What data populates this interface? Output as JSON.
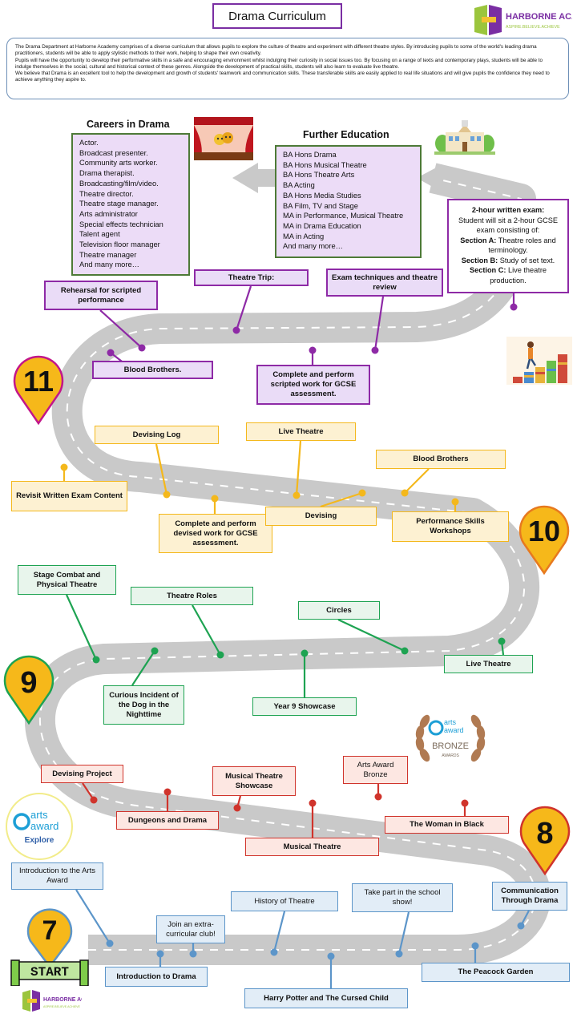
{
  "title": "Drama Curriculum",
  "logo": {
    "name": "HARBORNE ACADEMY",
    "tagline": "ASPIRE.BELIEVE.ACHIEVE"
  },
  "intro": [
    "The Drama Department at Harborne Academy comprises of a diverse curriculum that allows pupils to explore the culture of theatre and experiment with different theatre styles. By introducing pupils to some of the world's leading drama practitioners, students will be able to apply stylistic methods to their work, helping to shape their own creativity.",
    "Pupils will have the opportunity to develop their performative skills in a safe and encouraging environment whilst indulging their curiosity in social issues too. By focusing on a range of texts and contemporary plays, students will be able to indulge themselves in the social, cultural and historical context of these genres. Alongside the development of practical skills, students will also learn to evaluate live theatre.",
    "We believe that Drama is an excellent tool to help the development and growth of students' teamwork and communication skills. These transferable skills are easily applied to real life situations and will give pupils the confidence they need to achieve anything they aspire to."
  ],
  "careers": {
    "heading": "Careers in Drama",
    "items": [
      "Actor.",
      "Broadcast presenter.",
      "Community arts worker.",
      "Drama therapist.",
      "Broadcasting/film/video.",
      "Theatre director.",
      "Theatre stage manager.",
      "Arts administrator",
      "Special effects technician",
      "Talent agent",
      "Television floor manager",
      "Theatre manager",
      "And many more…"
    ]
  },
  "further_education": {
    "heading": "Further Education",
    "items": [
      "BA Hons Drama",
      "BA Hons Musical Theatre",
      "BA Hons Theatre Arts",
      "BA Acting",
      "BA Hons Media Studies",
      "BA Film, TV and Stage",
      "MA in Performance, Musical Theatre",
      "MA in Drama Education",
      "MA in Acting",
      "And many more…"
    ]
  },
  "exam": {
    "line1": "2-hour written exam:",
    "line2": "Student will sit a 2-hour GCSE exam consisting of:",
    "a_label": "Section A:",
    "a_text": " Theatre roles and terminology.",
    "b_label": "Section B:",
    "b_text": " Study of set text.",
    "c_label": "Section C:",
    "c_text": " Live theatre production."
  },
  "year11": [
    "Rehearsal for scripted performance",
    "Theatre Trip:",
    "Exam techniques and theatre review",
    "Blood Brothers.",
    "Complete and perform scripted work for GCSE assessment."
  ],
  "year10": [
    "Devising Log",
    "Live Theatre",
    "Blood Brothers",
    "Revisit Written Exam Content",
    "Complete and perform devised work for GCSE assessment.",
    "Devising",
    "Performance Skills Workshops"
  ],
  "year9": [
    "Stage Combat and Physical Theatre",
    "Theatre Roles",
    "Circles",
    "Live Theatre",
    "Curious Incident of the Dog in the Nighttime",
    "Year 9 Showcase"
  ],
  "year8": [
    "Devising Project",
    "Musical Theatre Showcase",
    "Arts Award Bronze",
    "Dungeons and Drama",
    "The Woman in Black",
    "Musical Theatre"
  ],
  "year7": [
    "Introduction to the Arts Award",
    "Join an extra-curricular club!",
    "History of Theatre",
    "Take part in the school show!",
    "Communication Through Drama",
    "Introduction to Drama",
    "Harry Potter and The Cursed Child",
    "The Peacock Garden"
  ],
  "markers": [
    "11",
    "10",
    "9",
    "8",
    "7"
  ],
  "start_label": "START",
  "bronze_badge": {
    "line1": "arts",
    "line2": "award",
    "level": "BRONZE",
    "sub": "AWARDS"
  },
  "explore_badge": {
    "line1": "arts",
    "line2": "award",
    "level": "Explore"
  },
  "colors": {
    "purple": "#8e2aa6",
    "yellow": "#f4b81c",
    "green": "#1ea352",
    "red": "#d0342c",
    "blue": "#5c95c9",
    "road": "#c9c9c9"
  }
}
